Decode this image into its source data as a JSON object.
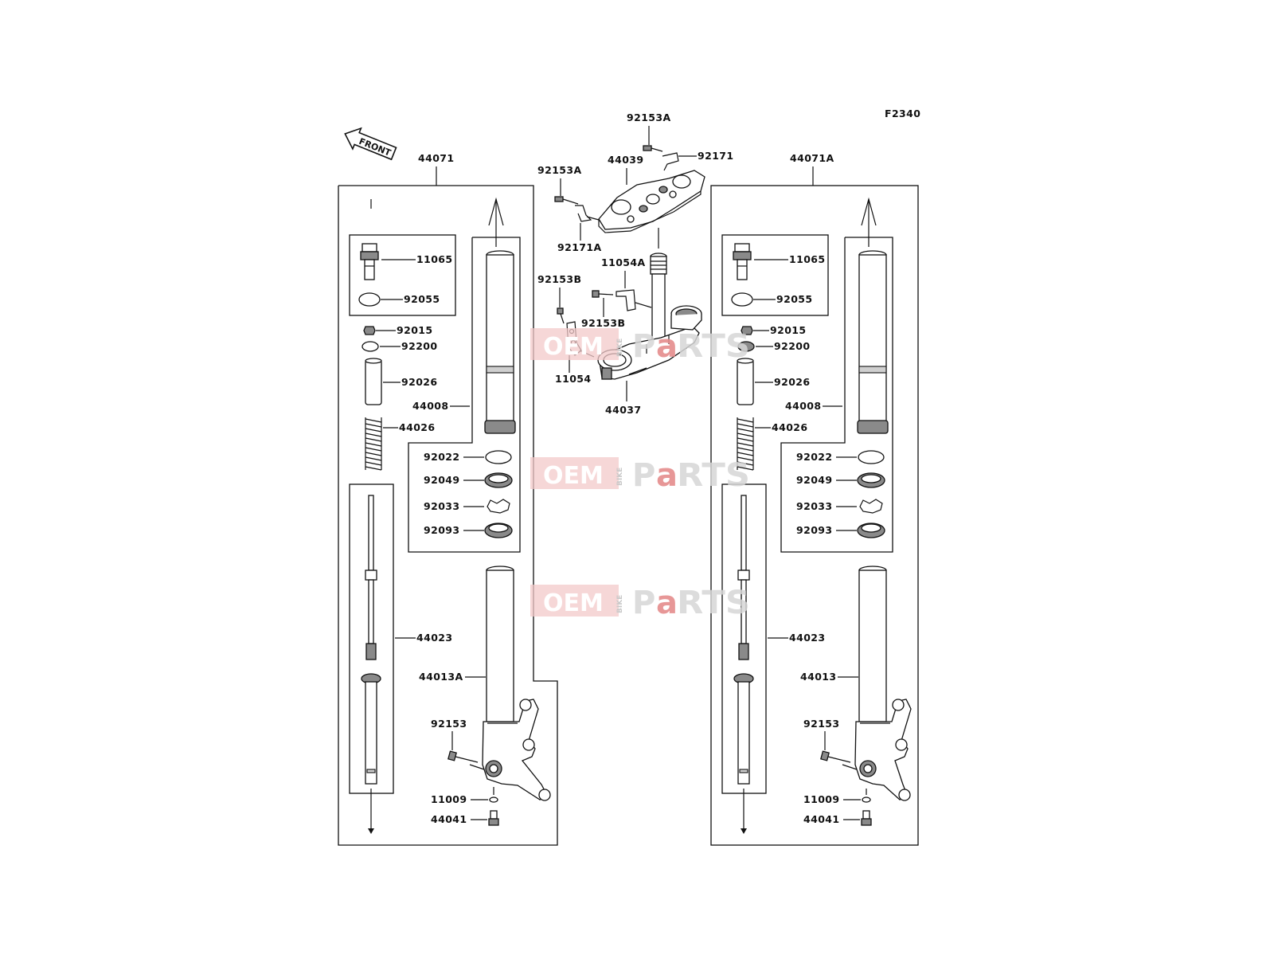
{
  "diagram": {
    "code": "F2340",
    "front_arrow_text": "FRONT",
    "watermark": {
      "oem": "OEM",
      "bike": "BIKE",
      "p": "P",
      "a": "a",
      "rts": "RTS"
    },
    "left_assembly": {
      "assembly": "44071",
      "cap_bolt": "11065",
      "o_ring": "92055",
      "nut": "92015",
      "washer": "92200",
      "collar": "92026",
      "spring": "44026",
      "inner_tube": "44008",
      "oil_seal_ring": "92022",
      "oil_seal": "92049",
      "circlip": "92033",
      "dust_seal": "92093",
      "damper": "44023",
      "outer_tube": "44013A",
      "axle_bolt": "92153",
      "gasket": "11009",
      "bottom_bolt": "44041"
    },
    "right_assembly": {
      "assembly": "44071A",
      "cap_bolt": "11065",
      "o_ring": "92055",
      "nut": "92015",
      "washer": "92200",
      "collar": "92026",
      "spring": "44026",
      "inner_tube": "44008",
      "oil_seal_ring": "92022",
      "oil_seal": "92049",
      "circlip": "92033",
      "dust_seal": "92093",
      "damper": "44023",
      "outer_tube": "44013",
      "axle_bolt": "92153",
      "gasket": "11009",
      "bottom_bolt": "44041"
    },
    "center": {
      "bolt_top": "92153A",
      "clamp_top": "92171",
      "upper_bracket": "44039",
      "bolt_left": "92153A",
      "clamp_left": "92171A",
      "stem_bracket": "11054A",
      "bolt_b_left": "92153B",
      "bolt_b_right": "92153B",
      "bracket_small": "11054",
      "lower_stem": "44037"
    }
  }
}
